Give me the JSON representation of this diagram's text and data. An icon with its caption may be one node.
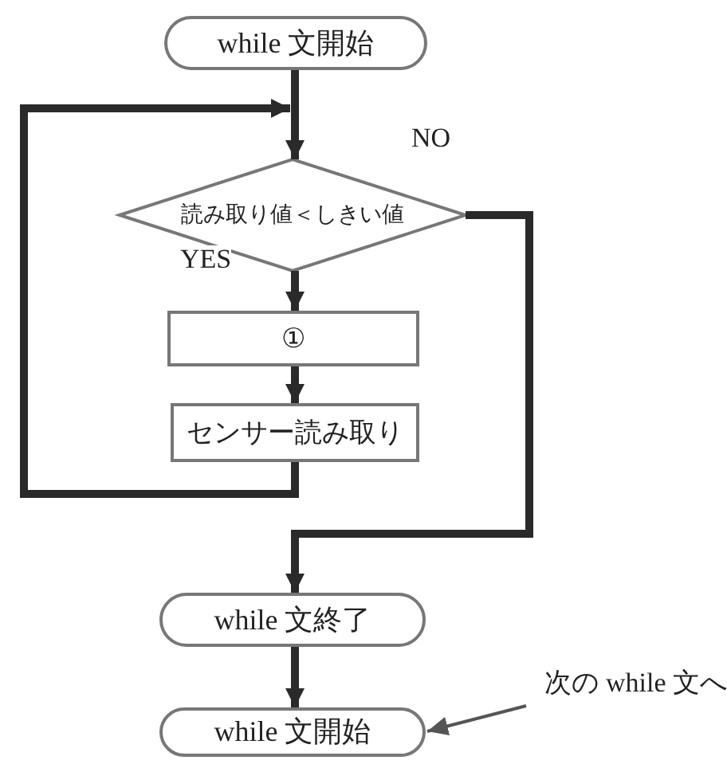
{
  "diagram": {
    "nodes": [
      {
        "text": [
          "while 文開始"
        ]
      },
      {
        "text": [
          "読み取り値＜しきい値"
        ]
      },
      {
        "text": [
          "①"
        ]
      },
      {
        "text": [
          "センサー読み取り"
        ]
      },
      {
        "text": [
          "while 文終了"
        ]
      },
      {
        "text": [
          "while 文開始"
        ]
      },
      {
        "text": [
          "次の while 文へ"
        ]
      }
    ],
    "edges": [
      {
        "from": 0,
        "to": 1,
        "arrow": "to"
      },
      {
        "from": 1,
        "to": 2,
        "arrow": "to",
        "label": "YES"
      },
      {
        "from": 2,
        "to": 3,
        "arrow": "to"
      },
      {
        "from": 3,
        "to": 1,
        "arrow": "to"
      },
      {
        "from": 1,
        "to": 4,
        "arrow": "to",
        "label": "NO"
      },
      {
        "from": 4,
        "to": 5,
        "arrow": "to"
      },
      {
        "from": 6,
        "to": 5,
        "arrow": "to",
        "color": "#555555"
      }
    ]
  }
}
